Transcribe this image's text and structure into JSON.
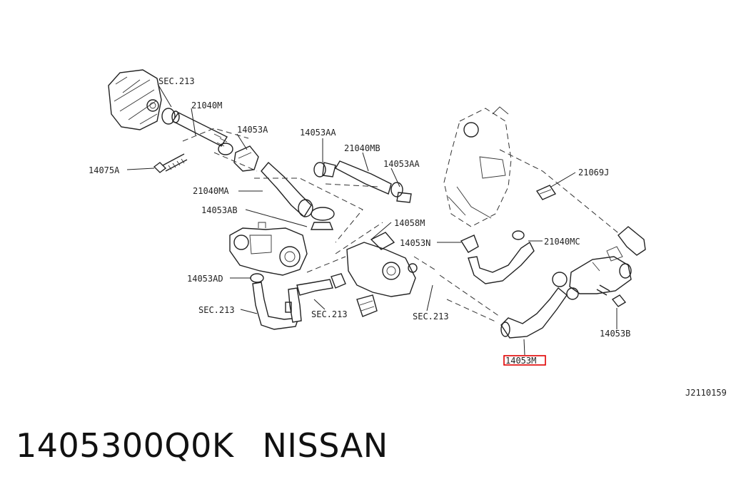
{
  "labels": {
    "sec213_top": "SEC.213",
    "p21040M": "21040M",
    "p14053A": "14053A",
    "p14053AA_1": "14053AA",
    "p21040MB": "21040MB",
    "p14053AA_2": "14053AA",
    "p14075A": "14075A",
    "p21040MA": "21040MA",
    "p14053AB": "14053AB",
    "p14058M": "14058M",
    "p14053N": "14053N",
    "p21040MC": "21040MC",
    "p21069J": "21069J",
    "p14053AD": "14053AD",
    "sec213_left": "SEC.213",
    "sec213_mid": "SEC.213",
    "sec213_right": "SEC.213",
    "p14053B": "14053B",
    "p14053M": "14053M",
    "diagram_code": "J2110159"
  },
  "highlight": {
    "part": "14053M",
    "color": "#e00000"
  },
  "caption": {
    "part_number": "1405300Q0K",
    "brand": "NISSAN"
  }
}
